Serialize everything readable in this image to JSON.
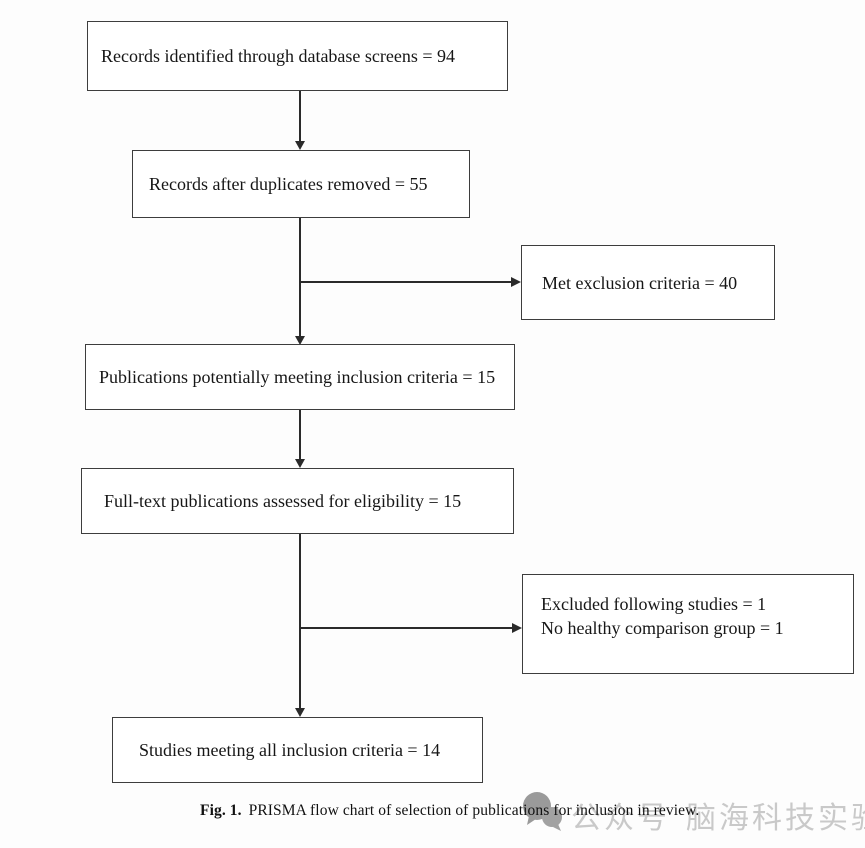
{
  "flow": {
    "boxes": [
      {
        "id": "records-identified",
        "label": "Records identified through database screens = 94"
      },
      {
        "id": "duplicates-removed",
        "label": "Records after duplicates removed = 55"
      },
      {
        "id": "met-exclusion",
        "label": "Met exclusion criteria = 40"
      },
      {
        "id": "potentially-meeting",
        "label": "Publications potentially meeting inclusion criteria = 15"
      },
      {
        "id": "fulltext-assessed",
        "label": "Full-text publications assessed for eligibility = 15"
      },
      {
        "id": "excluded-following",
        "lines": [
          "Excluded following studies = 1",
          "No healthy comparison group = 1"
        ]
      },
      {
        "id": "studies-included",
        "label": "Studies meeting all inclusion criteria = 14"
      }
    ],
    "caption": {
      "prefix": "Fig. 1.",
      "text": "PRISMA flow chart of selection of publications for inclusion in review."
    }
  },
  "watermark": {
    "icon": "chat-bubbles-icon",
    "account_label": "公众号",
    "account_name": "脑海科技实验室"
  },
  "colors": {
    "border": "#3d3d3d",
    "line": "#2a2a2a",
    "text": "#161616",
    "watermark": "#c9c9c9",
    "background": "#fdfdfd"
  }
}
